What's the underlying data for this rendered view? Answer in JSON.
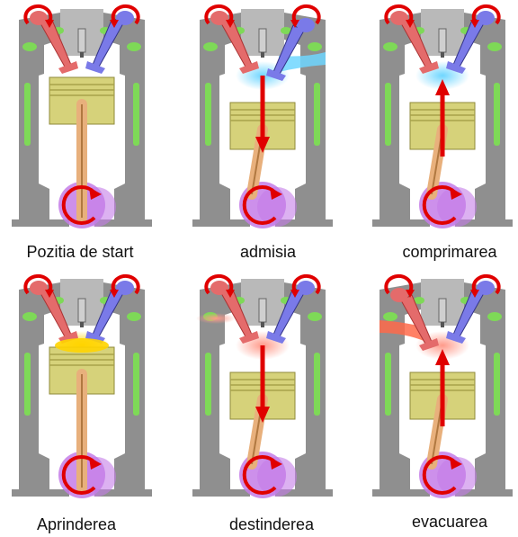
{
  "strokes": [
    {
      "id": "start",
      "label": "Pozitia de start",
      "piston": "top",
      "crank": "bottom",
      "intake": "closed",
      "exhaust": "closed",
      "gas": "none",
      "arrow": "none"
    },
    {
      "id": "intake",
      "label": "admisia",
      "piston": "bottom",
      "crank": "top",
      "intake": "open",
      "exhaust": "closed",
      "gas": "fresh",
      "arrow": "down"
    },
    {
      "id": "compression",
      "label": "comprimarea",
      "piston": "bottom",
      "crank": "top",
      "intake": "closed",
      "exhaust": "closed",
      "gas": "fresh-compressed",
      "arrow": "up"
    },
    {
      "id": "ignition",
      "label": "Aprinderea",
      "piston": "top",
      "crank": "bottom",
      "intake": "closed",
      "exhaust": "closed",
      "gas": "spark",
      "arrow": "none"
    },
    {
      "id": "power",
      "label": "destinderea",
      "piston": "bottom",
      "crank": "top",
      "intake": "closed",
      "exhaust": "closed",
      "gas": "burnt",
      "arrow": "down"
    },
    {
      "id": "exhaust",
      "label": "evacuarea",
      "piston": "bottom",
      "crank": "top",
      "intake": "closed",
      "exhaust": "open",
      "gas": "exhaust",
      "arrow": "up"
    }
  ],
  "colors": {
    "block": "#8f8f8f",
    "block_light": "#b9b9b9",
    "coolant": "#7ed957",
    "piston": "#d6d27a",
    "rod": "#e8b07c",
    "crank": "#c47de8",
    "arrow": "#e00000",
    "intake_valve": "#e46b6b",
    "exhaust_valve": "#7a7ae8",
    "fresh_gas": "#6fd6ff",
    "spark_gas": "#ffd400",
    "burnt_gas": "#ff9a8a"
  }
}
